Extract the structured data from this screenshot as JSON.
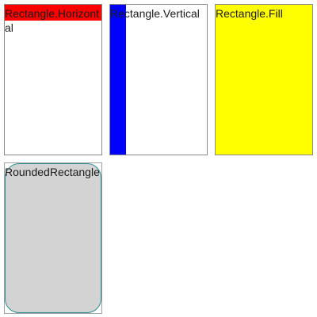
{
  "panels": [
    {
      "label": "Rectangle.Horizontal",
      "kind": "horizontal-bar",
      "color": "#ff0000"
    },
    {
      "label": "Rectangle.Vertical",
      "kind": "vertical-bar",
      "color": "#0000ff"
    },
    {
      "label": "Rectangle.Fill",
      "kind": "fill",
      "color": "#ffff00"
    },
    {
      "label": "RoundedRectangle",
      "kind": "rounded-rectangle",
      "color": "#d3d3d3",
      "border_color": "#2f8f8f"
    }
  ]
}
